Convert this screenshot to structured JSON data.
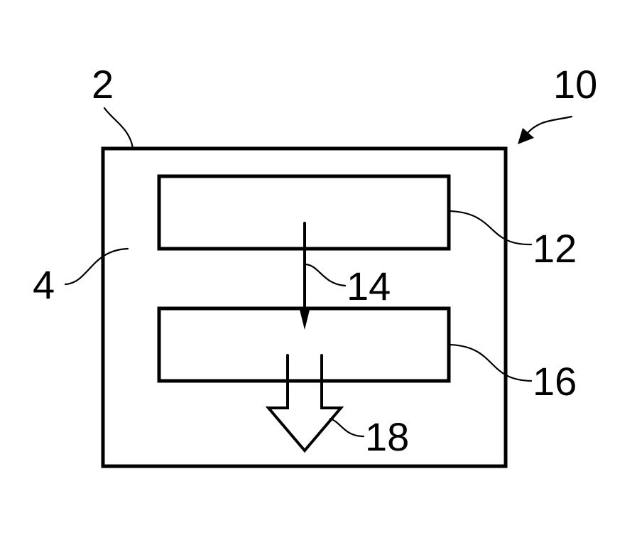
{
  "figure": {
    "labels": {
      "device": "10",
      "housing": "2",
      "interior": "4",
      "first_module": "12",
      "signal_arrow": "14",
      "second_module": "16",
      "output_arrow": "18"
    },
    "colors": {
      "line": "#000000",
      "background": "#ffffff"
    }
  }
}
